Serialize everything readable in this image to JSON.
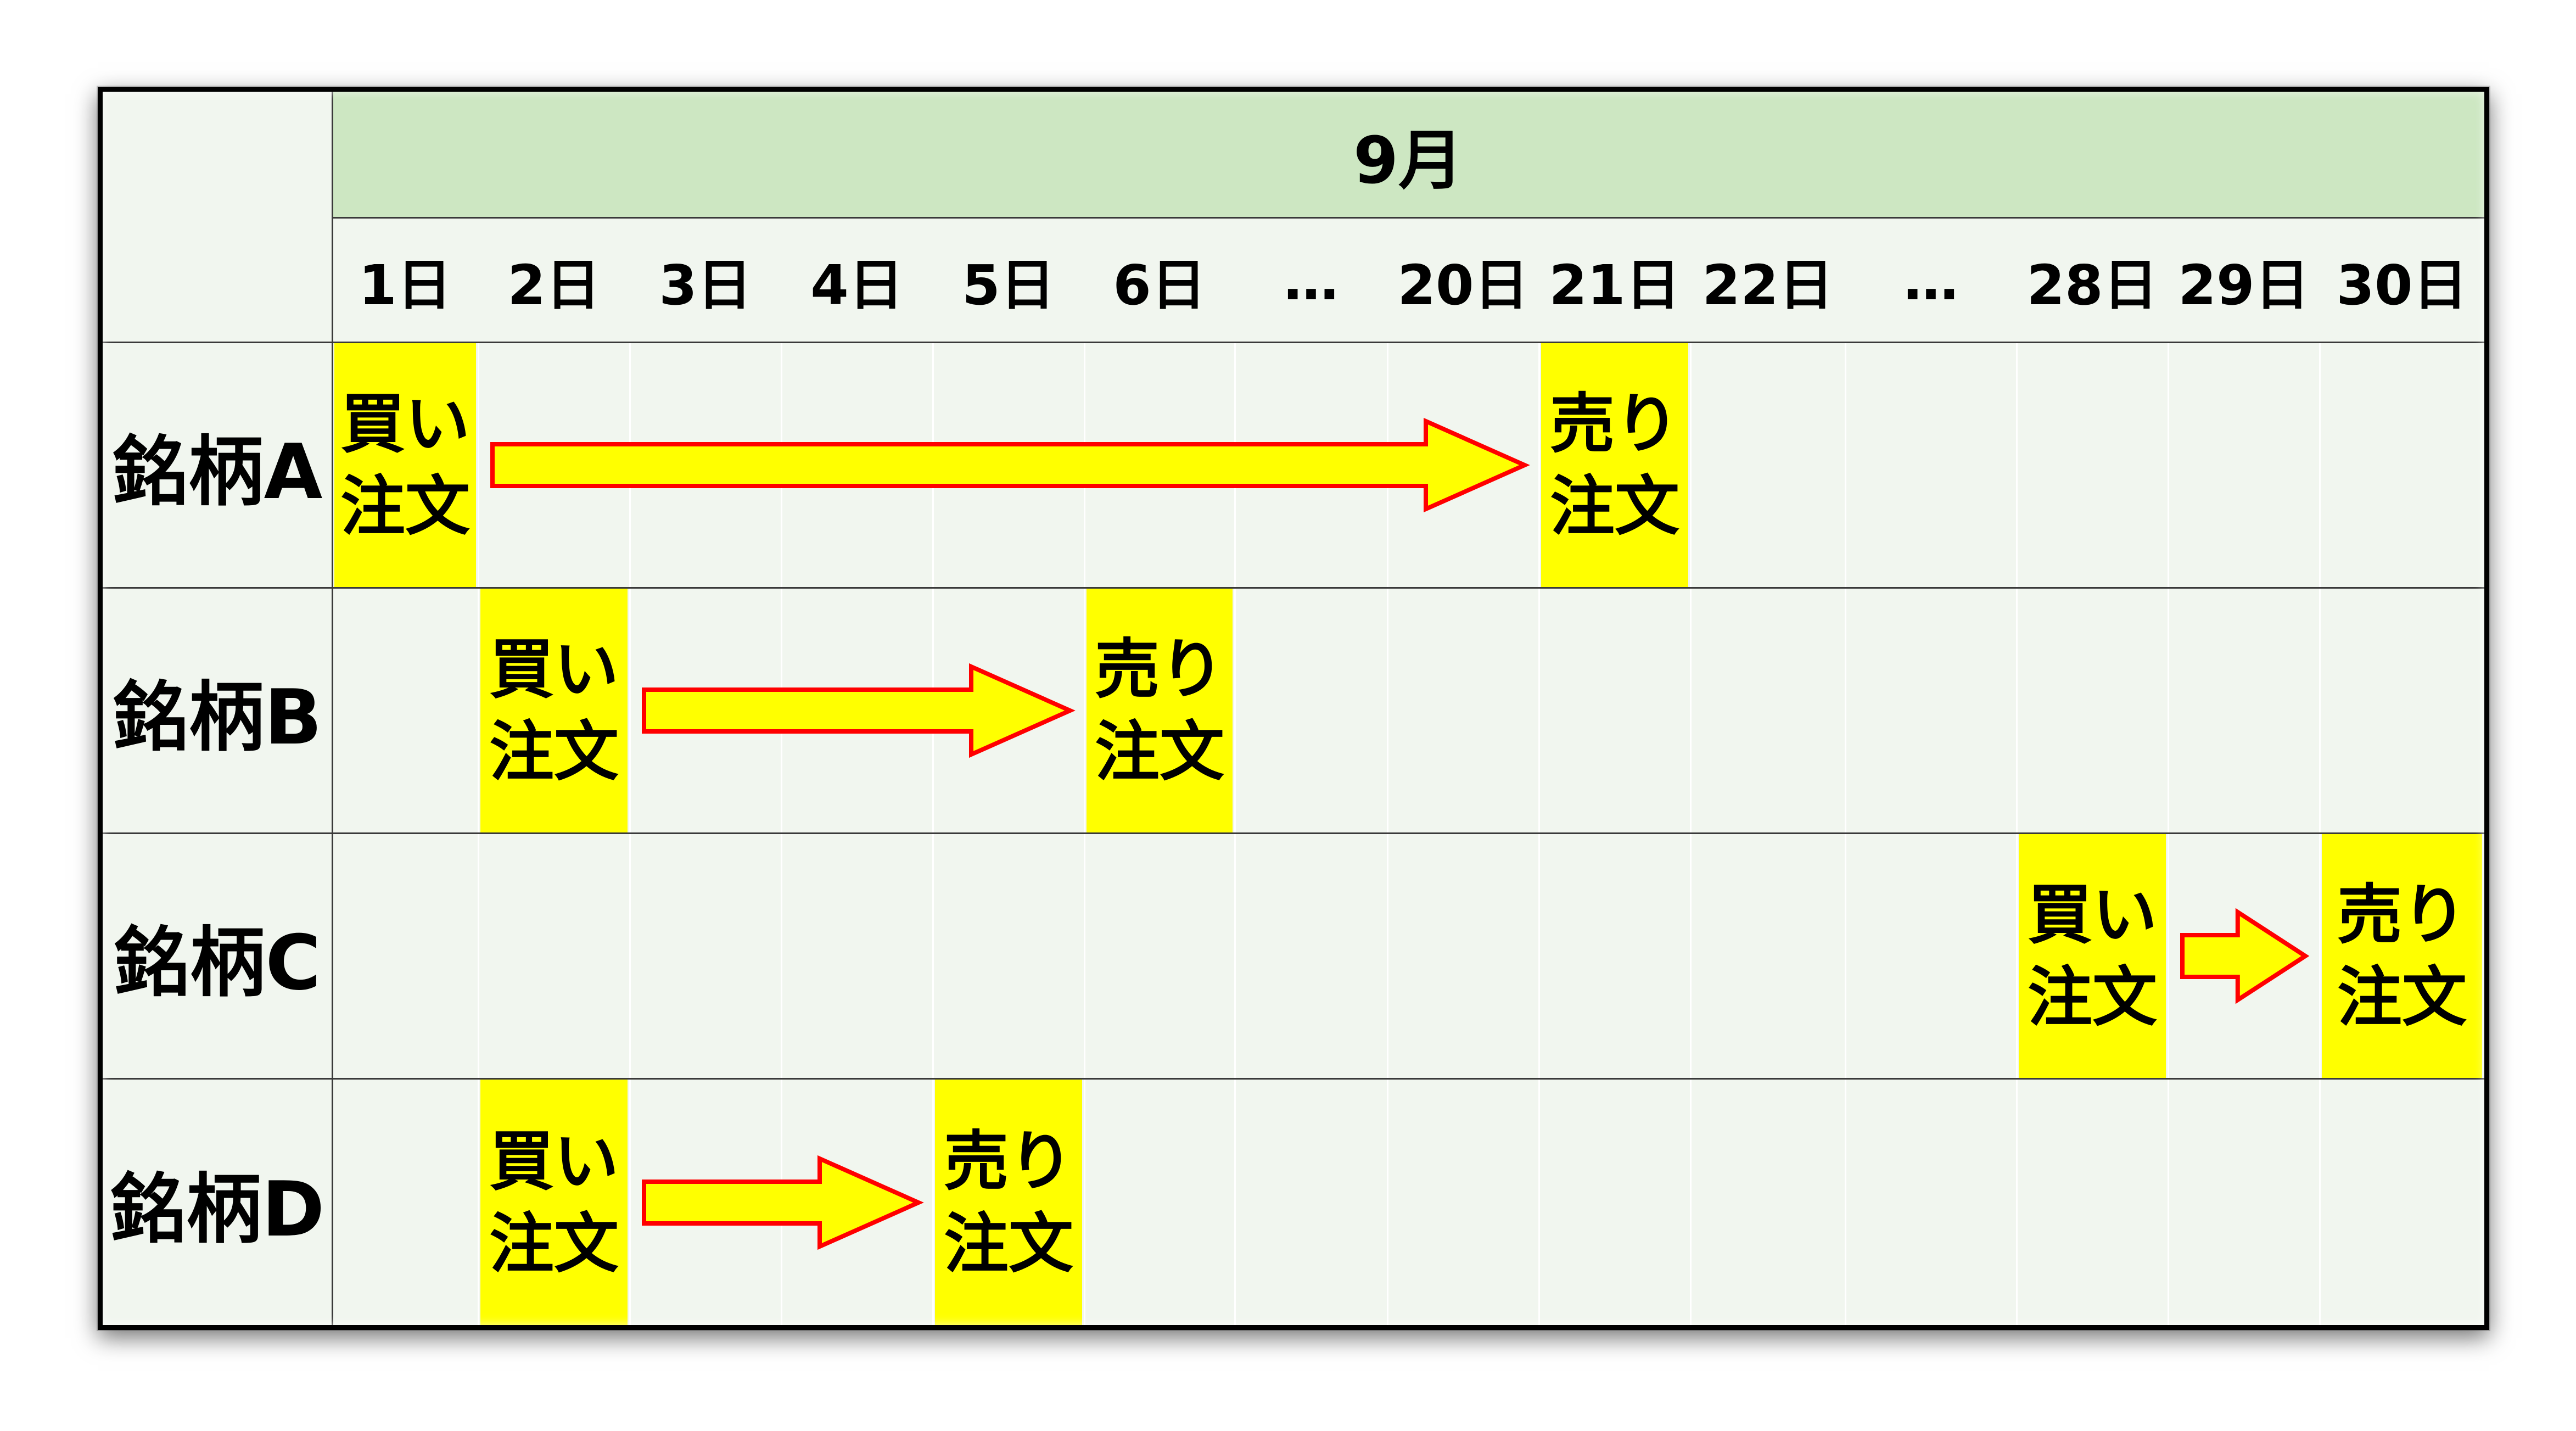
{
  "month": "9月",
  "days": [
    "1日",
    "2日",
    "3日",
    "4日",
    "5日",
    "6日",
    "…",
    "20日",
    "21日",
    "22日",
    "…",
    "28日",
    "29日",
    "30日"
  ],
  "stocks": [
    "銘柄A",
    "銘柄B",
    "銘柄C",
    "銘柄D"
  ],
  "buy_label": "買い\n注文",
  "sell_label": "売り\n注文",
  "trades": [
    {
      "stock": "銘柄A",
      "buy": "1日",
      "sell": "21日"
    },
    {
      "stock": "銘柄B",
      "buy": "2日",
      "sell": "6日"
    },
    {
      "stock": "銘柄C",
      "buy": "28日",
      "sell": "30日"
    },
    {
      "stock": "銘柄D",
      "buy": "2日",
      "sell": "5日"
    }
  ],
  "colors": {
    "header_bg": "#cde7c2",
    "body_bg": "#f1f6ef",
    "order_bg": "#ffff00",
    "arrow_fill": "#ffff00",
    "arrow_stroke": "#ff0000"
  }
}
